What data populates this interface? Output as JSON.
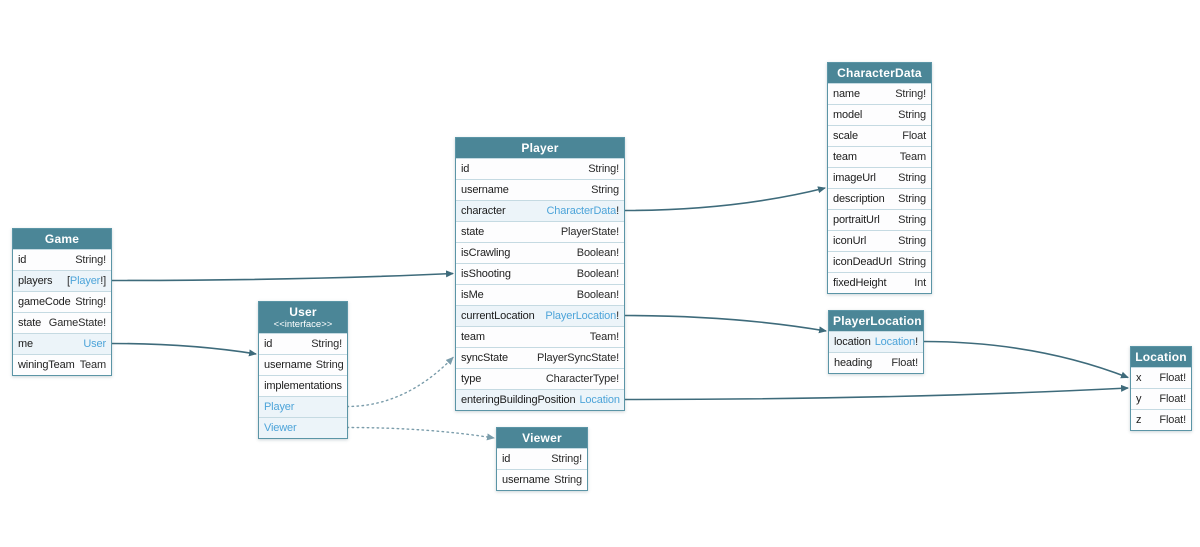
{
  "colors": {
    "header_bg": "#4b8697",
    "link": "#4da4d9",
    "arrow": "#3e6b7b",
    "arrow_dotted": "#7b9dab",
    "linked_row_bg": "#ecf4f9",
    "row_divider": "#c5dae2"
  },
  "tables": [
    {
      "id": "game",
      "title": "Game",
      "fields": [
        {
          "name": "id",
          "type": "String!"
        },
        {
          "name": "players",
          "type_pre": "[",
          "type_link": "Player",
          "type_post": "!]"
        },
        {
          "name": "gameCode",
          "type": "String!"
        },
        {
          "name": "state",
          "type": "GameState!"
        },
        {
          "name": "me",
          "type_link": "User",
          "type_post": ""
        },
        {
          "name": "winingTeam",
          "type": "Team"
        }
      ]
    },
    {
      "id": "user",
      "title": "User",
      "stereotype": "<<interface>>",
      "fields": [
        {
          "name": "id",
          "type": "String!"
        },
        {
          "name": "username",
          "type": "String"
        },
        {
          "section": "implementations"
        },
        {
          "impl": "Player"
        },
        {
          "impl": "Viewer"
        }
      ]
    },
    {
      "id": "player",
      "title": "Player",
      "fields": [
        {
          "name": "id",
          "type": "String!"
        },
        {
          "name": "username",
          "type": "String"
        },
        {
          "name": "character",
          "type_link": "CharacterData",
          "type_post": "!"
        },
        {
          "name": "state",
          "type": "PlayerState!"
        },
        {
          "name": "isCrawling",
          "type": "Boolean!"
        },
        {
          "name": "isShooting",
          "type": "Boolean!"
        },
        {
          "name": "isMe",
          "type": "Boolean!"
        },
        {
          "name": "currentLocation",
          "type_link": "PlayerLocation",
          "type_post": "!"
        },
        {
          "name": "team",
          "type": "Team!"
        },
        {
          "name": "syncState",
          "type": "PlayerSyncState!"
        },
        {
          "name": "type",
          "type": "CharacterType!"
        },
        {
          "name": "enteringBuildingPosition",
          "type_link": "Location",
          "type_post": ""
        }
      ]
    },
    {
      "id": "viewer",
      "title": "Viewer",
      "fields": [
        {
          "name": "id",
          "type": "String!"
        },
        {
          "name": "username",
          "type": "String"
        }
      ]
    },
    {
      "id": "characterData",
      "title": "CharacterData",
      "fields": [
        {
          "name": "name",
          "type": "String!"
        },
        {
          "name": "model",
          "type": "String"
        },
        {
          "name": "scale",
          "type": "Float"
        },
        {
          "name": "team",
          "type": "Team"
        },
        {
          "name": "imageUrl",
          "type": "String"
        },
        {
          "name": "description",
          "type": "String"
        },
        {
          "name": "portraitUrl",
          "type": "String"
        },
        {
          "name": "iconUrl",
          "type": "String"
        },
        {
          "name": "iconDeadUrl",
          "type": "String"
        },
        {
          "name": "fixedHeight",
          "type": "Int"
        }
      ]
    },
    {
      "id": "playerLocation",
      "title": "PlayerLocation",
      "fields": [
        {
          "name": "location",
          "type_link": "Location",
          "type_post": "!"
        },
        {
          "name": "heading",
          "type": "Float!"
        }
      ]
    },
    {
      "id": "location",
      "title": "Location",
      "fields": [
        {
          "name": "x",
          "type": "Float!"
        },
        {
          "name": "y",
          "type": "Float!"
        },
        {
          "name": "z",
          "type": "Float!"
        }
      ]
    }
  ],
  "edges": [
    {
      "from_table": "game",
      "from_field": "players",
      "to_table": "player",
      "to_field": "isShooting",
      "style": "solid"
    },
    {
      "from_table": "game",
      "from_field": "me",
      "to_table": "user",
      "to_field": "username",
      "to_anchor": "top",
      "style": "solid"
    },
    {
      "from_table": "user",
      "from_field": "Player",
      "to_table": "player",
      "to_field": "syncState",
      "style": "dotted"
    },
    {
      "from_table": "user",
      "from_field": "Viewer",
      "to_table": "viewer",
      "to_field": null,
      "style": "dotted"
    },
    {
      "from_table": "player",
      "from_field": "character",
      "to_table": "characterData",
      "to_field": "imageUrl",
      "to_anchor": "bottom",
      "style": "solid"
    },
    {
      "from_table": "player",
      "from_field": "currentLocation",
      "to_table": "playerLocation",
      "to_field": "location",
      "to_anchor": "top",
      "style": "solid"
    },
    {
      "from_table": "player",
      "from_field": "enteringBuildingPosition",
      "to_table": "location",
      "to_field": "y",
      "to_anchor": "top",
      "style": "solid"
    },
    {
      "from_table": "playerLocation",
      "from_field": "location",
      "to_table": "location",
      "to_field": "x",
      "style": "solid"
    }
  ]
}
